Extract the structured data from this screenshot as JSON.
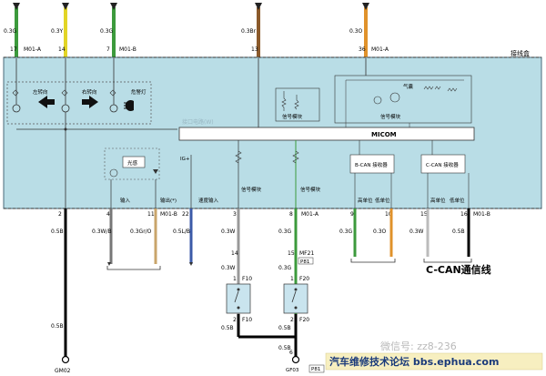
{
  "box": {
    "label": "接线盒",
    "micom": "MICOM",
    "can_label": "C-CAN通信线",
    "faint": "接口电路(W)"
  },
  "top_wires": [
    {
      "size": "0.3G",
      "pin": "17",
      "conn": "M01-A",
      "color": "#3c9a3c"
    },
    {
      "size": "0.3Y",
      "pin": "14",
      "conn": "",
      "color": "#e2d526"
    },
    {
      "size": "0.3G",
      "pin": "7",
      "conn": "M01-B",
      "color": "#3c9a3c"
    },
    {
      "size": "0.3Br",
      "pin": "13",
      "conn": "",
      "color": "#8b5a2b"
    },
    {
      "size": "0.3O",
      "pin": "36",
      "conn": "M01-A",
      "color": "#e0922b"
    }
  ],
  "lamps": [
    {
      "label": "左转向"
    },
    {
      "label": "右转向"
    },
    {
      "label": "危警灯"
    }
  ],
  "inner": {
    "sensor_l": "光感",
    "ig": "IG+",
    "signal1": "信号模块",
    "signal2": "信号模块",
    "signal3": "信号模块",
    "signal4": "信号模块",
    "bcan": "B-CAN 接收器",
    "ccan": "C-CAN 接收器",
    "qi_nang": "气囊",
    "pin_in": "输入",
    "pin_out": "输出(*)",
    "speed_in": "速度输入",
    "high1": "高单位",
    "low1": "低单位",
    "high2": "高单位",
    "low2": "低单位"
  },
  "bottom_pins": [
    {
      "pin": "2",
      "conn": "",
      "size": "0.5B",
      "color": "#000000"
    },
    {
      "pin": "4",
      "conn": "",
      "size": "0.3W/B",
      "color": "#777777"
    },
    {
      "pin": "11",
      "conn": "M01-B",
      "size": "0.3Gr/O",
      "color": "#c9a56b"
    },
    {
      "pin": "22",
      "conn": "",
      "size": "0.5L/B",
      "color": "#3b5aa8"
    },
    {
      "pin": "3",
      "conn": "",
      "size": "0.3W",
      "color": "#999999"
    },
    {
      "pin": "8",
      "conn": "M01-A",
      "size": "0.3G",
      "color": "#3c9a3c"
    },
    {
      "pin": "9",
      "conn": "",
      "size": "0.3G",
      "color": "#3c9a3c"
    },
    {
      "pin": "10",
      "conn": "",
      "size": "0.3O",
      "color": "#e0922b"
    },
    {
      "pin": "15",
      "conn": "",
      "size": "0.3W",
      "color": "#bbbbbb"
    },
    {
      "pin": "16",
      "conn": "M01-B",
      "size": "0.5B",
      "color": "#000000"
    }
  ],
  "lower": {
    "pin14": "14",
    "pin15": "15",
    "mf21": "MF21",
    "pf1": "P81",
    "f10": "F10",
    "f20": "F20",
    "f10b": "F10",
    "f20b": "F20",
    "pin1a": "1",
    "pin1b": "1",
    "pin2a": "2",
    "pin2b": "2",
    "pin6": "6",
    "size_w1": "0.3W",
    "size_w2": "0.3W",
    "size_g1": "0.3G",
    "size_b1": "0.5B",
    "size_b2": "0.5B",
    "size_b3": "0.5B",
    "size_b4": "0.5B",
    "gm02": "GM02",
    "gf03": "GF03",
    "pf2": "P81"
  },
  "watermark": "微信号: zz8-236",
  "banner": "汽车维修技术论坛 bbs.ephua.com"
}
